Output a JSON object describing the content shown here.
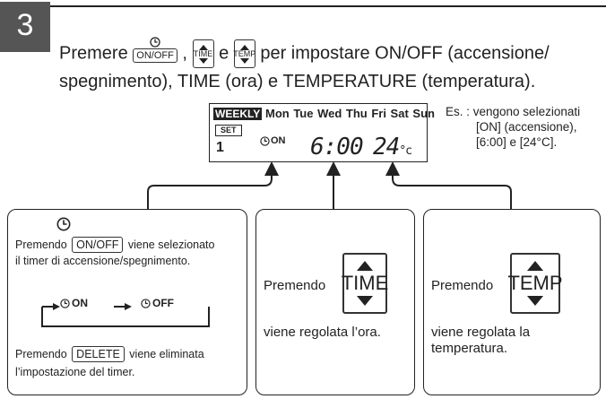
{
  "step": {
    "number": "3"
  },
  "instruction": {
    "prefix": "Premere",
    "sep1": ",",
    "and": "e",
    "suffix": "per impostare ON/OFF (accensione/",
    "line2": "spegnimento), TIME (ora) e TEMPERATURE (temperatura).",
    "key_onoff": "ON/OFF",
    "key_time": "TIME",
    "key_temp": "TEMP"
  },
  "lcd": {
    "weekly": "WEEKLY",
    "days": "Mon Tue Wed Thu Fri Sat Sun",
    "set": "SET",
    "program": "1",
    "on": "ON",
    "time": "6:00",
    "temp": "24",
    "unit": "°c"
  },
  "example": {
    "line1": "Es. : vengono selezionati",
    "line2": "[ON] (accensione),",
    "line3": "[6:00] e [24°C]."
  },
  "panel_onoff": {
    "pre": "Premendo",
    "key": "ON/OFF",
    "post": "viene selezionato",
    "line2": "il timer di accensione/spegnimento.",
    "cycle_on": "ON",
    "cycle_off": "OFF",
    "del_pre": "Premendo",
    "del_key": "DELETE",
    "del_post": "viene eliminata",
    "del_line2": "l’impostazione del timer."
  },
  "panel_time": {
    "pre": "Premendo",
    "key": "TIME",
    "post": "viene regolata l’ora."
  },
  "panel_temp": {
    "pre": "Premendo",
    "key": "TEMP",
    "post1": "viene regolata la",
    "post2": "temperatura."
  }
}
